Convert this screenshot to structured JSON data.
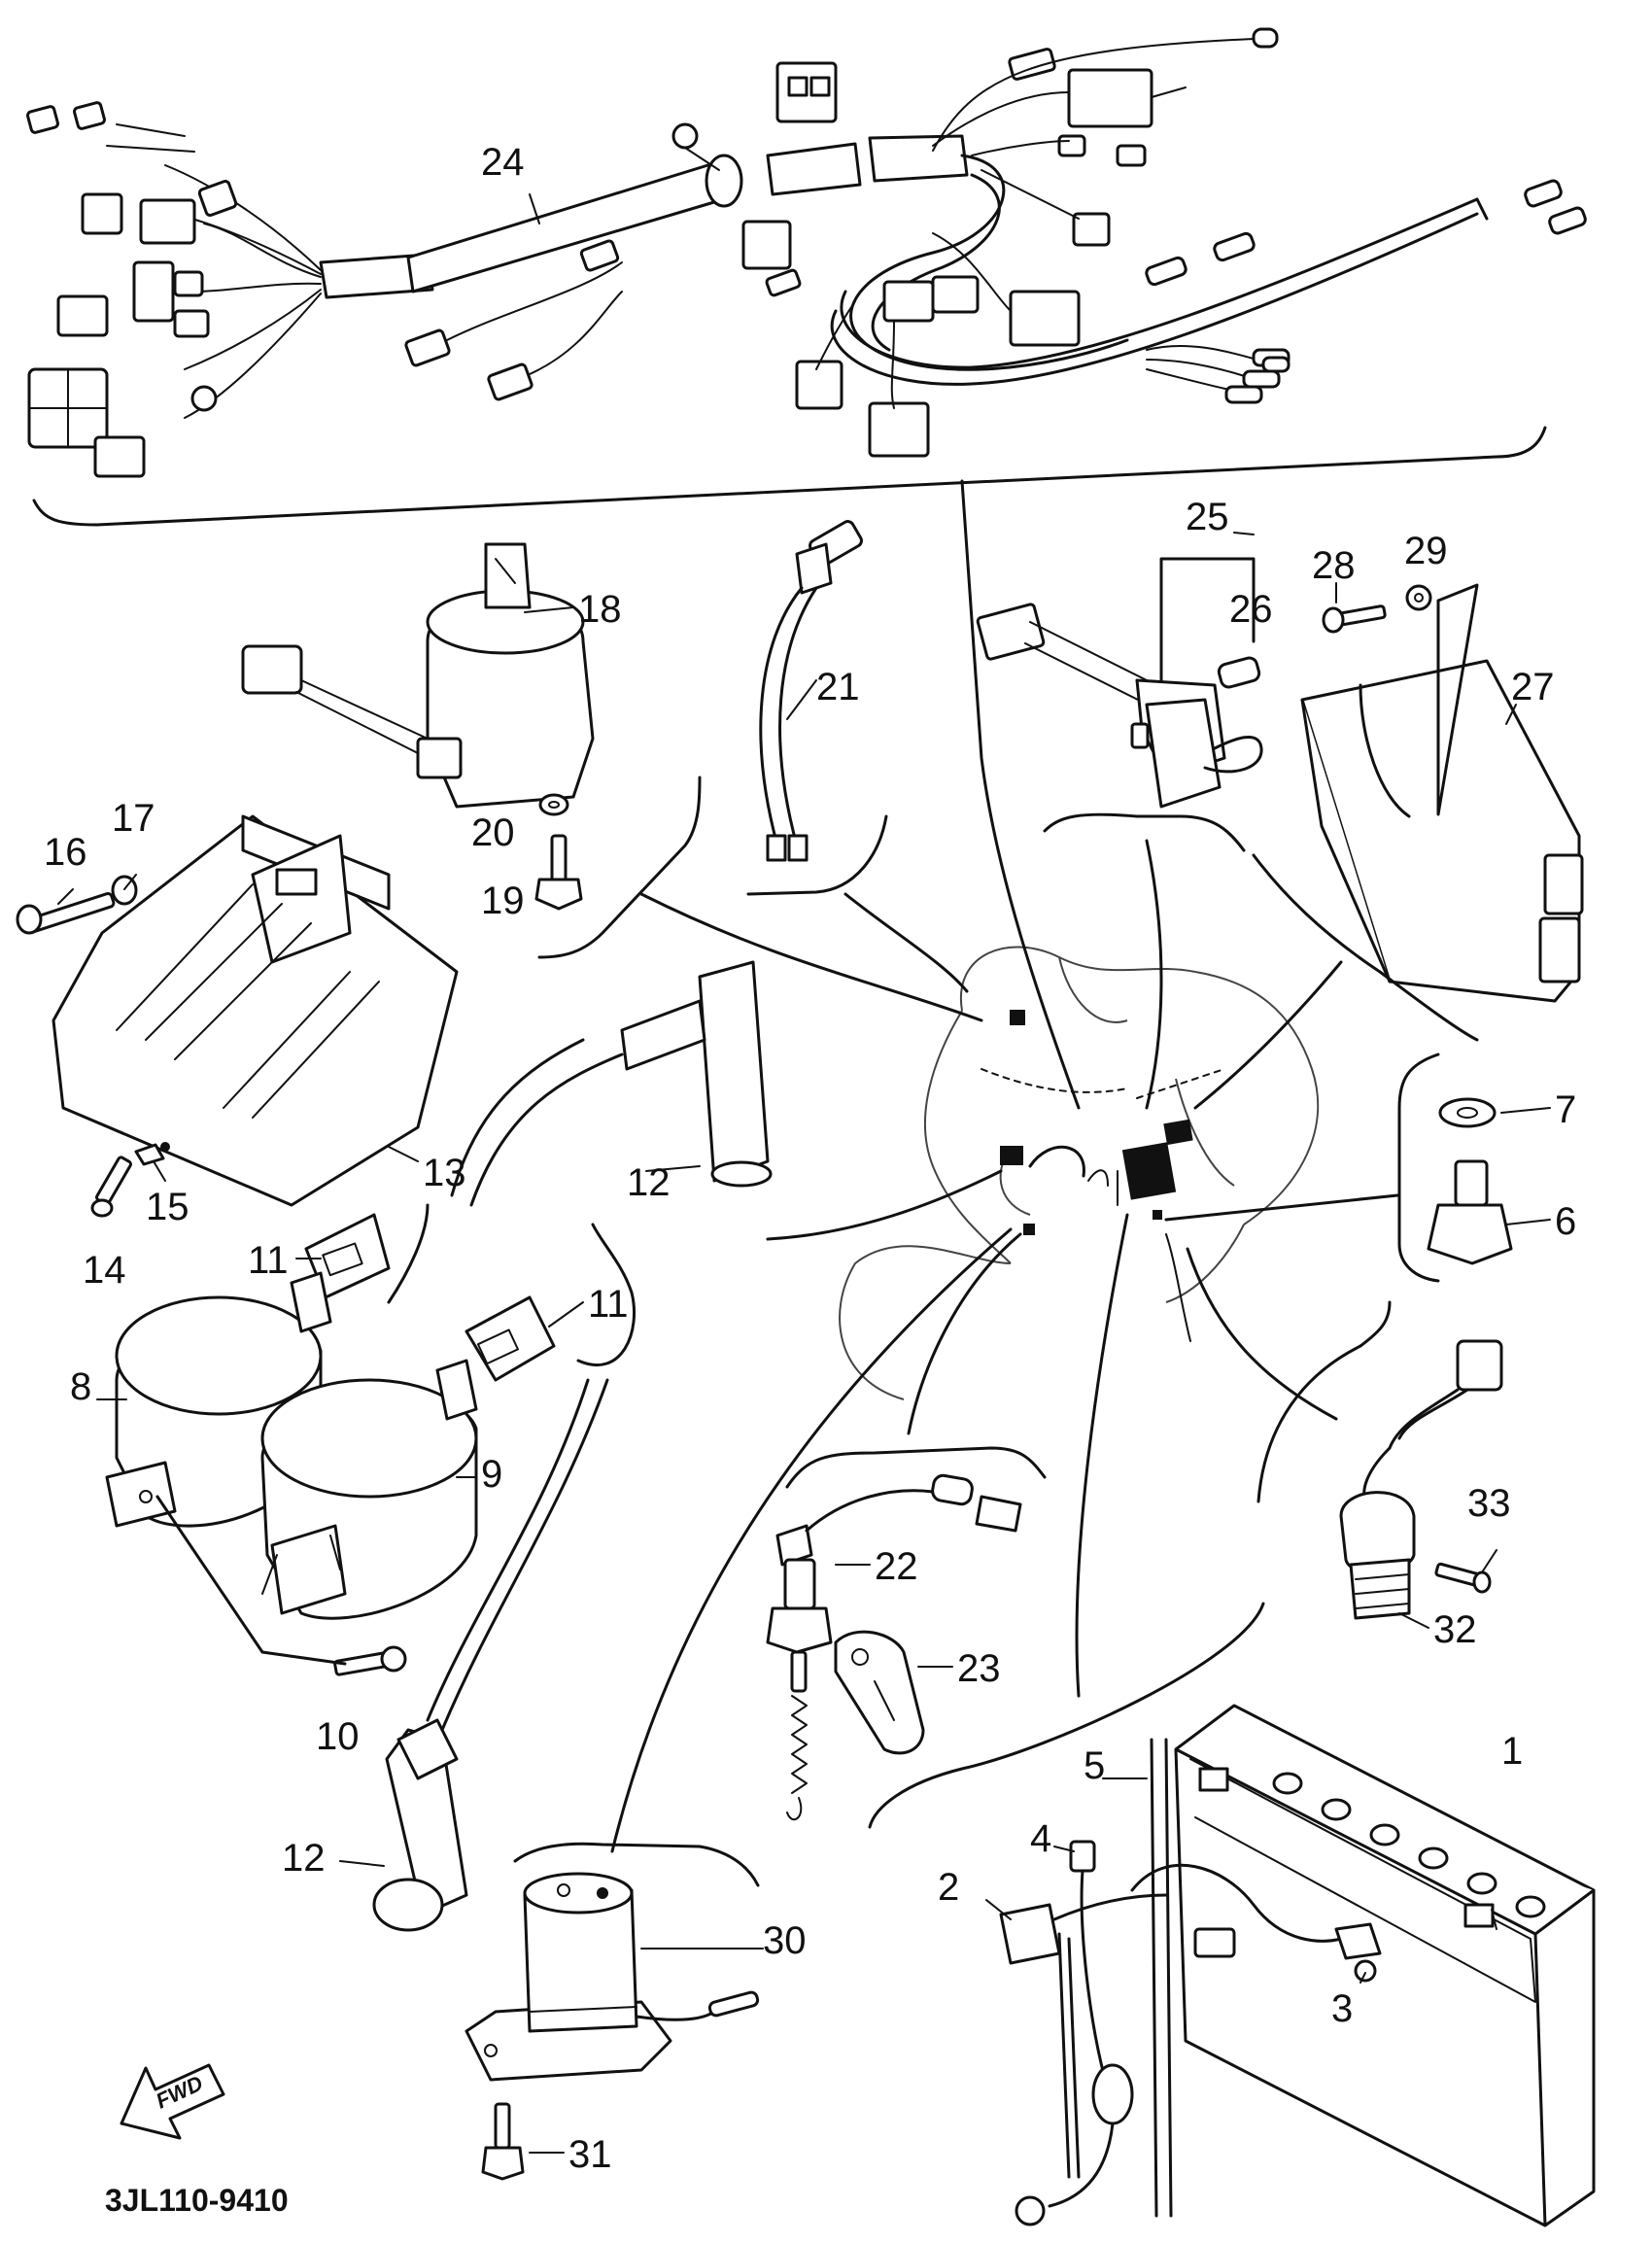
{
  "drawing_code": "3JL110-9410",
  "direction_label": "FWD",
  "callouts": {
    "p1": "1",
    "p2": "2",
    "p3": "3",
    "p4": "4",
    "p5": "5",
    "p6": "6",
    "p7": "7",
    "p8": "8",
    "p9": "9",
    "p10": "10",
    "p11a": "11",
    "p11b": "11",
    "p12a": "12",
    "p12b": "12",
    "p13": "13",
    "p14": "14",
    "p15": "15",
    "p16": "16",
    "p17": "17",
    "p18": "18",
    "p19": "19",
    "p20": "20",
    "p21": "21",
    "p22": "22",
    "p23": "23",
    "p24": "24",
    "p25": "25",
    "p26": "26",
    "p27": "27",
    "p28": "28",
    "p29": "29",
    "p30": "30",
    "p31": "31",
    "p32": "32",
    "p33": "33"
  }
}
